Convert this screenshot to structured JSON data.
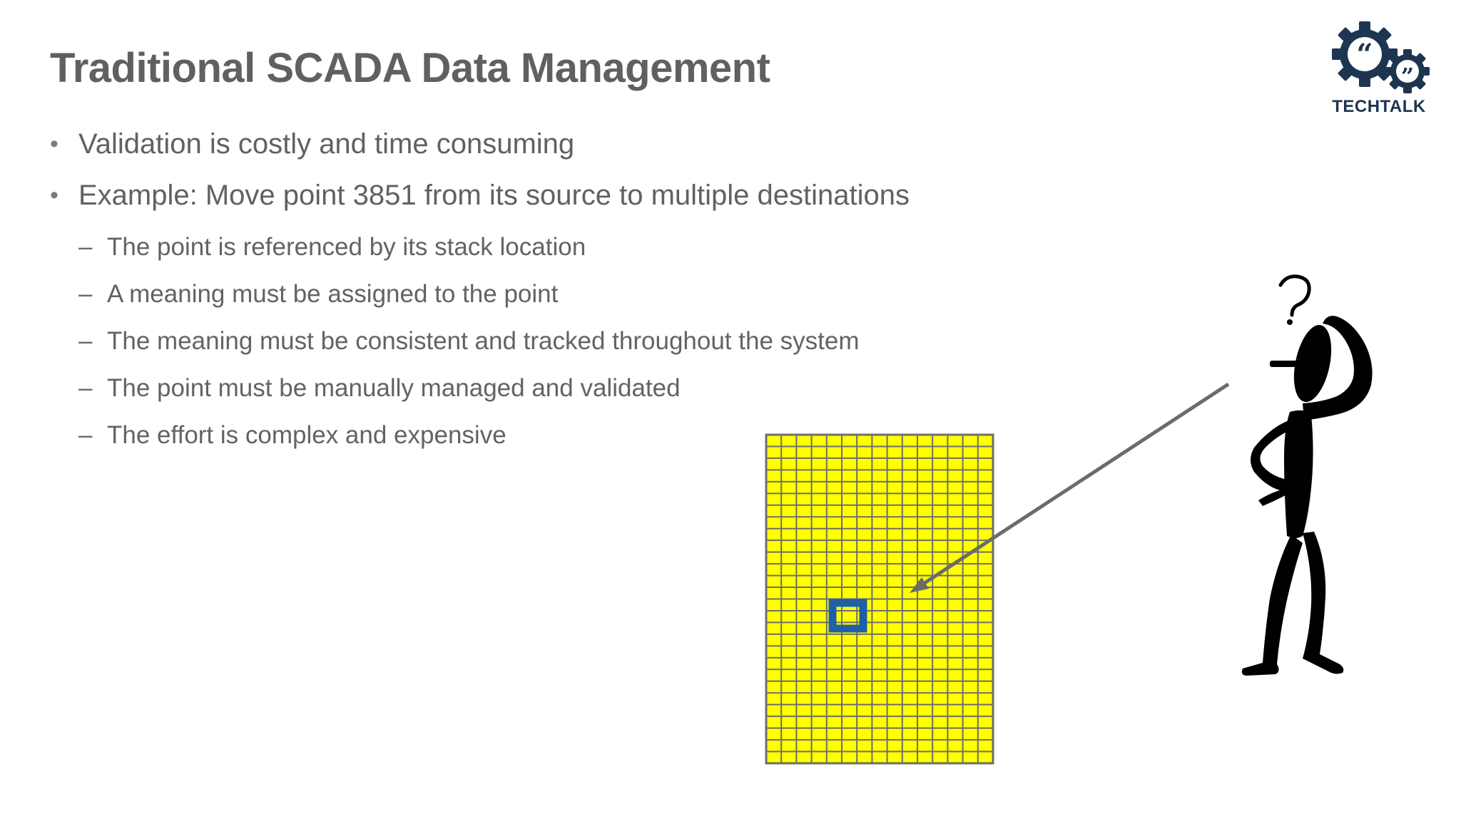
{
  "slide": {
    "title": "Traditional SCADA Data Management",
    "bullets": [
      "Validation is costly and time consuming",
      "Example: Move point 3851 from its source to multiple destinations"
    ],
    "sub_bullets": [
      "The point is referenced by its stack location",
      "A meaning must be assigned to the point",
      "The meaning must be consistent and tracked throughout the system",
      "The point must be manually managed and validated",
      "The effort is complex and expensive"
    ]
  },
  "logo": {
    "text": "TECHTALK",
    "color": "#1d3550"
  },
  "figure": {
    "grid_fill": "#ffff00",
    "grid_line": "#6d6d6d",
    "highlight_color": "#1f5fa8",
    "arrow_color": "#6b6b6b",
    "figure_icon": "confused-stick-figure-icon",
    "question_mark": "?"
  }
}
